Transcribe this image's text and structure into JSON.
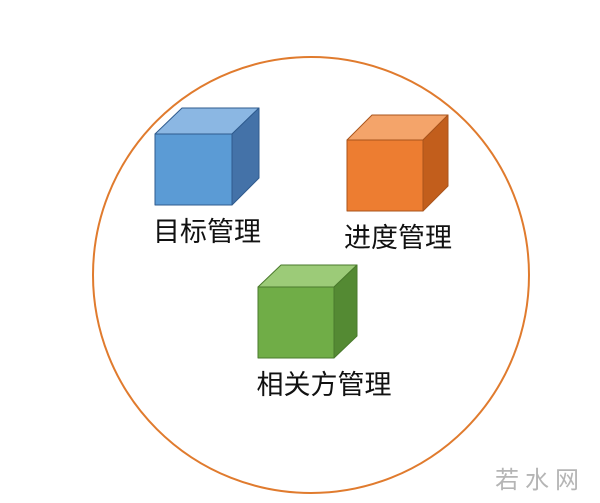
{
  "diagram": {
    "boundary_color": "#E07B2E",
    "boxes": [
      {
        "label": "目标管理",
        "front_color": "#5B9BD5",
        "top_color": "#8BB7E3",
        "side_color": "#4472A8",
        "edge_color": "#2F5B8E"
      },
      {
        "label": "进度管理",
        "front_color": "#ED7D31",
        "top_color": "#F4A46A",
        "side_color": "#C25E1C",
        "edge_color": "#A9541C"
      },
      {
        "label": "相关方管理",
        "front_color": "#70AD47",
        "top_color": "#9CCB78",
        "side_color": "#548A33",
        "edge_color": "#4A7A2C"
      }
    ]
  },
  "watermark": {
    "text": "若水网"
  }
}
